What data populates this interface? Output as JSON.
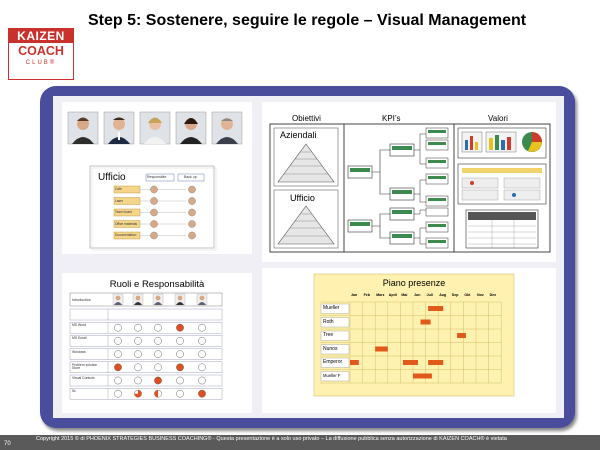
{
  "logo": {
    "line1": "KAIZEN",
    "line2": "COACH",
    "line3": "CLUB®"
  },
  "title": "Step 5: Sostenere, seguire le regole – Visual Management",
  "ufficio_card": {
    "title": "Ufficio",
    "header1": "Responsible",
    "header2": "Back up",
    "rows": [
      "Cafe",
      "Laser",
      "Team board",
      "Office materials",
      "Documentation"
    ]
  },
  "ruoli": {
    "title": "Ruoli e Responsabilità",
    "rows": [
      "Introduction",
      "MS Word",
      "MS Email",
      "Windows",
      "Problem solution Store",
      "Visual Controls",
      "5s"
    ]
  },
  "objectives": {
    "col1": "Obiettivi",
    "col2": "KPI’s",
    "col3": "Valori",
    "aziendali": "Aziendali",
    "ufficio": "Ufficio"
  },
  "piano": {
    "title": "Piano presenze",
    "months": [
      "Jan",
      "Feb",
      "Marz",
      "April",
      "Mai",
      "Jun",
      "Juli",
      "Aug",
      "Sep",
      "Okt",
      "Nov",
      "Dez"
    ],
    "names": [
      "Mueller",
      "Roth",
      "Tree",
      "Nunos",
      "Emperor",
      "Mueller F"
    ]
  },
  "footer": {
    "page": "70",
    "copyright": "Copyright 2015 © di PHOENIX STRATEGIES BUSINESS COACHING® - Questa presentazione è a solo uso privato – La diffusione pubblica senza autorizzazione di KAIZEN COACH® è vietata"
  },
  "colors": {
    "accent": "#c9312d",
    "board": "#4a4c9c",
    "chart_fill": "#fff2b0",
    "bar": "#e05a1c"
  }
}
